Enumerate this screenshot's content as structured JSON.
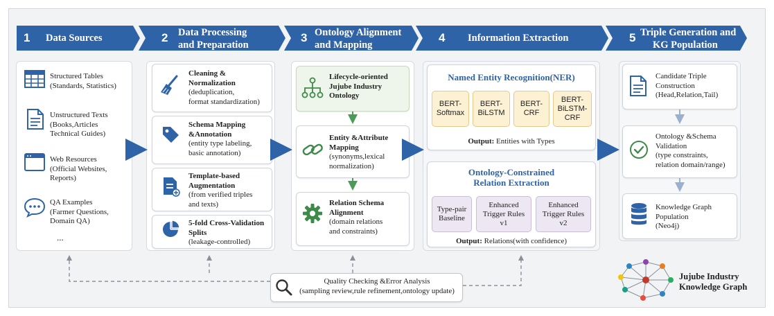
{
  "colors": {
    "header_blue": "#2f63a8",
    "ner_fill": "#fdf1d4",
    "rel_fill": "#ece7f3",
    "green_fill": "#eef5ea"
  },
  "stages": [
    {
      "num": "1",
      "title_l1": "Data Sources",
      "title_l2": ""
    },
    {
      "num": "2",
      "title_l1": "Data Processing",
      "title_l2": "and  Preparation"
    },
    {
      "num": "3",
      "title_l1": "Ontology Alignment",
      "title_l2": "and  Mapping"
    },
    {
      "num": "4",
      "title_l1": "Information Extraction",
      "title_l2": ""
    },
    {
      "num": "5",
      "title_l1": "Triple Generation and",
      "title_l2": "KG Population"
    }
  ],
  "sources": [
    {
      "icon": "table-icon",
      "l1": "Structured Tables",
      "l2": "(Standards, Statistics)",
      "l3": ""
    },
    {
      "icon": "document-icon",
      "l1": "Unstructured Texts",
      "l2": "(Books,Articles",
      "l3": "Technical Guides)"
    },
    {
      "icon": "web-icon",
      "l1": "Web Resources",
      "l2": "(Official Websites,",
      "l3": "Reports)"
    },
    {
      "icon": "chat-bubble-icon",
      "l1": "QA Examples",
      "l2": "(Farmer Questions,",
      "l3": "Domain QA)"
    }
  ],
  "sources_more": "...",
  "processing": [
    {
      "icon": "broom-icon",
      "t1": "Cleaning &",
      "t2": "Normalization",
      "d1": "(deduplication,",
      "d2": "format standardization)"
    },
    {
      "icon": "tag-icon",
      "t1": "Schema  Mapping",
      "t2": "&Annotation",
      "d1": "(entity type labeling,",
      "d2": "basic annotation)"
    },
    {
      "icon": "template-doc-icon",
      "t1": "Template-based",
      "t2": "Augmentation",
      "d1": "(from verified triples",
      "d2": "and texts)"
    },
    {
      "icon": "pie-icon",
      "t1": "5-fold Cross-Validation",
      "t2": "Splits",
      "d1": "(leakage-controlled)",
      "d2": ""
    }
  ],
  "ontology": [
    {
      "icon": "hierarchy-icon",
      "t1": "Lifecycle-oriented",
      "t2": "Jujube Industry",
      "t3": "Ontology",
      "d1": "",
      "d2": ""
    },
    {
      "icon": "link-icon",
      "t1": "Entity &Attribute",
      "t2": "Mapping",
      "t3": "",
      "d1": "(synonyms,lexical",
      "d2": "normalization)"
    },
    {
      "icon": "gear-icon",
      "t1": "Relation Schema",
      "t2": "Alignment",
      "t3": "",
      "d1": "(domain relations",
      "d2": "and constraints)"
    }
  ],
  "ner": {
    "title": "Named  Entity  Recognition(NER)",
    "models": [
      {
        "l1": "BERT-",
        "l2": "Softmax",
        "l3": ""
      },
      {
        "l1": "BERT-",
        "l2": "BiLSTM",
        "l3": ""
      },
      {
        "l1": "BERT-",
        "l2": "CRF",
        "l3": ""
      },
      {
        "l1": "BERT-",
        "l2": "BiLSTM-",
        "l3": "CRF"
      }
    ],
    "output_label": "Output:",
    "output_text": " Entities with Types"
  },
  "relation": {
    "title_l1": "Ontology-Constrained",
    "title_l2": "Relation Extraction",
    "models": [
      {
        "l1": "Type-pair",
        "l2": "Baseline",
        "l3": ""
      },
      {
        "l1": "Enhanced",
        "l2": "Trigger Rules",
        "l3": "v1"
      },
      {
        "l1": "Enhanced",
        "l2": "Trigger Rules",
        "l3": "v2"
      }
    ],
    "output_label": "Output:",
    "output_text": " Relations(with confidence)"
  },
  "triples": [
    {
      "icon": "document-icon",
      "l1": "Candidate Triple",
      "l2": "Construction",
      "l3": "(Head,Relation,Tail)",
      "l4": ""
    },
    {
      "icon": "check-circle-icon",
      "l1": "Ontology &Schema",
      "l2": "Validation",
      "l3": "(type constraints,",
      "l4": "relation domain/range)"
    },
    {
      "icon": "database-icon",
      "l1": "Knowledge Graph",
      "l2": "Population",
      "l3": "(Neo4j)",
      "l4": ""
    }
  ],
  "kg": {
    "l1": "Jujube Industry",
    "l2": "Knowledge Graph"
  },
  "quality": {
    "l1": "Quality Checking &Error Analysis",
    "l2": "(sampling review,rule refinement,ontology update)"
  }
}
